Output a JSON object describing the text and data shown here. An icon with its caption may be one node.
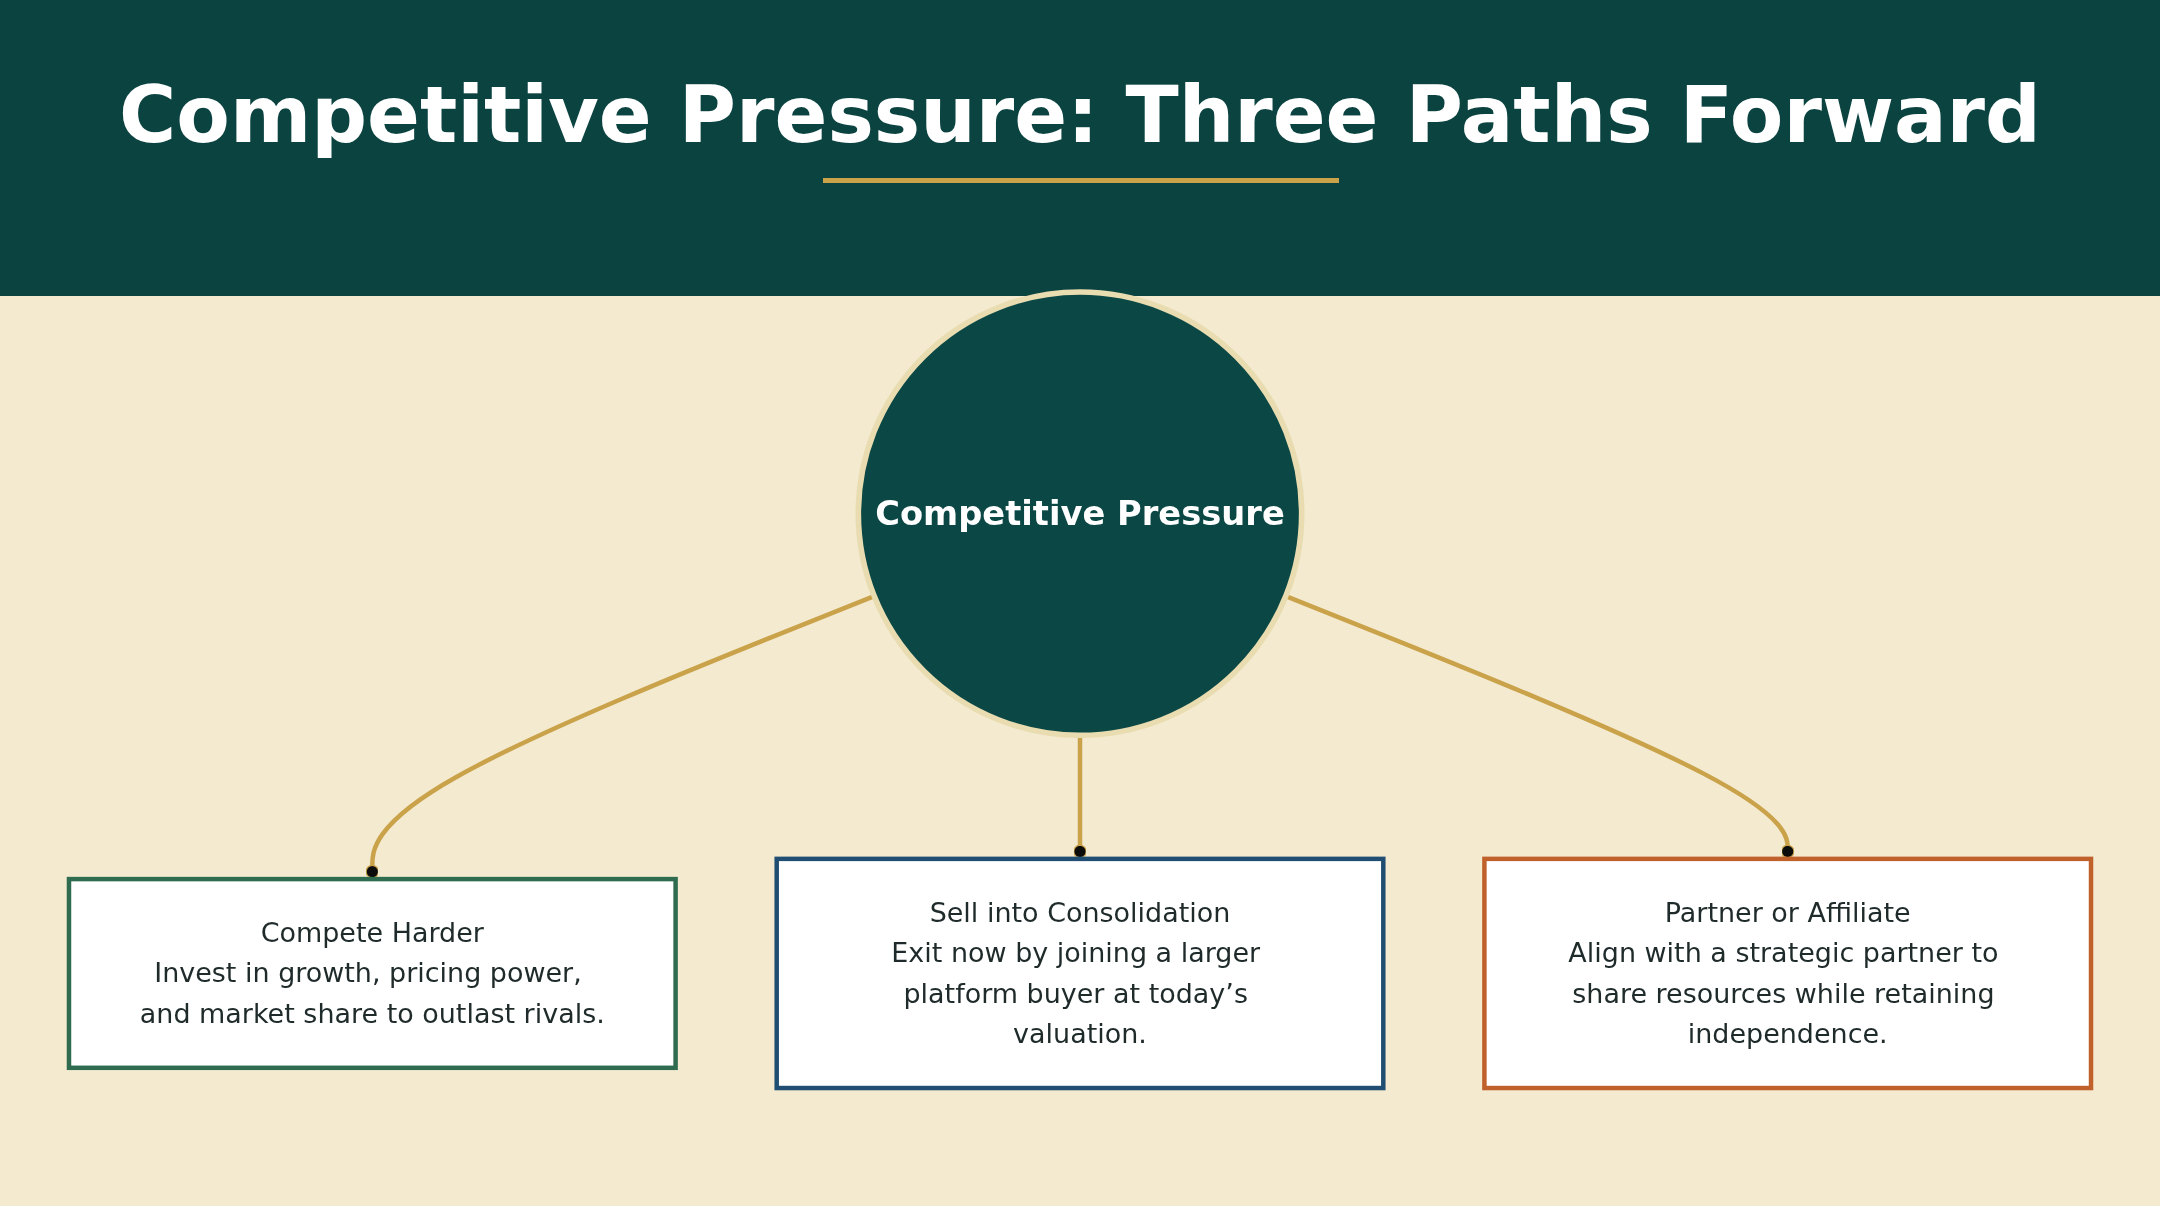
{
  "diagram": {
    "title": "Competitive Pressure: Three Paths Forward",
    "nodes": [
      {
        "text": [
          "Competitive Pressure"
        ]
      },
      {
        "text": [
          "Compete Harder",
          "Invest in growth, pricing power, and market share to outlast rivals."
        ]
      },
      {
        "text": [
          "Sell into Consolidation",
          "Exit now by joining a larger platform buyer at today’s valuation."
        ]
      },
      {
        "text": [
          "Partner or Affiliate",
          "Align with a strategic partner to share resources while retaining independence."
        ]
      }
    ],
    "edges": [
      {
        "from": 0,
        "to": 1,
        "arrow": "other"
      },
      {
        "from": 0,
        "to": 2,
        "arrow": "other"
      },
      {
        "from": 0,
        "to": 3,
        "arrow": "other"
      }
    ]
  }
}
